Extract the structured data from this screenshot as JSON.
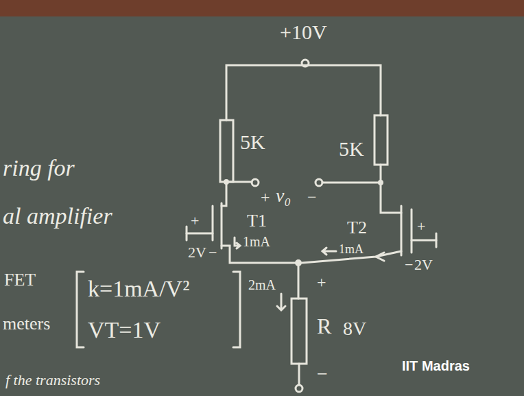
{
  "diagram": {
    "labels": [
      "ring for",
      "al amplifier",
      "+10V",
      "5K",
      "5K",
      "+",
      "v₀",
      "−",
      "T1",
      "T2",
      "+",
      "2V",
      "−",
      "1mA",
      "1mA",
      "+",
      "−",
      "2V",
      "FET",
      "meters",
      "k=1mA/V²",
      "VT=1V",
      "2mA",
      "+",
      "R",
      "8V",
      "−",
      "f the transistors",
      "IIT Madras"
    ]
  }
}
